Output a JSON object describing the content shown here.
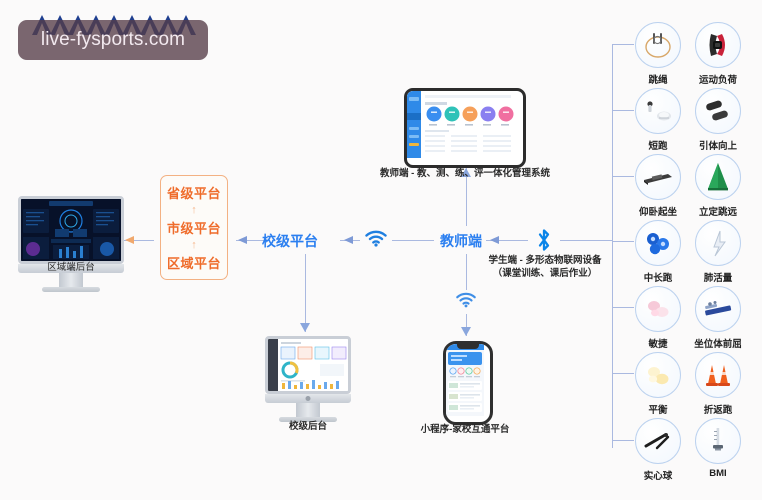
{
  "watermark": {
    "text": "live-fysports.com",
    "logo_name": "vinayiayy-logo"
  },
  "platform_stack": {
    "items": [
      {
        "label": "省级平台"
      },
      {
        "label": "市级平台"
      },
      {
        "label": "区域平台"
      }
    ],
    "arrow": "↑"
  },
  "nodes": {
    "school_platform": {
      "label": "校级平台",
      "color": "#2b7ff0"
    },
    "teacher_end": {
      "label": "教师端",
      "color": "#2b7ff0"
    },
    "student_end_line1": "学生端 - 多形态物联网设备",
    "student_end_line2": "（课堂训练、课后作业）"
  },
  "devices": [
    {
      "name": "region-backend-monitor",
      "caption": "区域端后台"
    },
    {
      "name": "teacher-tablet",
      "caption": "教师端 - 教、测、练、评一体化管理系统"
    },
    {
      "name": "school-backend-monitor",
      "caption": "校级后台"
    },
    {
      "name": "miniprogram-phone",
      "caption": "小程序-家校互通平台"
    }
  ],
  "icons": [
    {
      "label": "跳绳",
      "icon": "jump-rope-icon"
    },
    {
      "label": "运动负荷",
      "icon": "sport-load-band-icon"
    },
    {
      "label": "短跑",
      "icon": "sprint-sensor-icon"
    },
    {
      "label": "引体向上",
      "icon": "pull-up-grips-icon"
    },
    {
      "label": "仰卧起坐",
      "icon": "sit-up-mat-icon"
    },
    {
      "label": "立定跳远",
      "icon": "standing-long-jump-icon"
    },
    {
      "label": "中长跑",
      "icon": "middle-distance-run-icon"
    },
    {
      "label": "肺活量",
      "icon": "vital-capacity-icon"
    },
    {
      "label": "敏捷",
      "icon": "agility-icon"
    },
    {
      "label": "坐位体前屈",
      "icon": "sit-and-reach-icon"
    },
    {
      "label": "平衡",
      "icon": "balance-icon"
    },
    {
      "label": "折返跑",
      "icon": "shuttle-run-cones-icon"
    },
    {
      "label": "实心球",
      "icon": "solid-ball-icon"
    },
    {
      "label": "BMI",
      "icon": "bmi-scale-icon"
    }
  ],
  "connectors": {
    "wifi_icon": "wifi-icon",
    "bluetooth_icon": "bluetooth-icon",
    "arrow_left": "◀",
    "arrow_down": "▼"
  },
  "colors": {
    "background": "#fbfafa",
    "line": "#aab9e0",
    "orange": "#ef6c2b",
    "blue": "#2b7ff0",
    "icon_ring": "#bcd2ef"
  }
}
